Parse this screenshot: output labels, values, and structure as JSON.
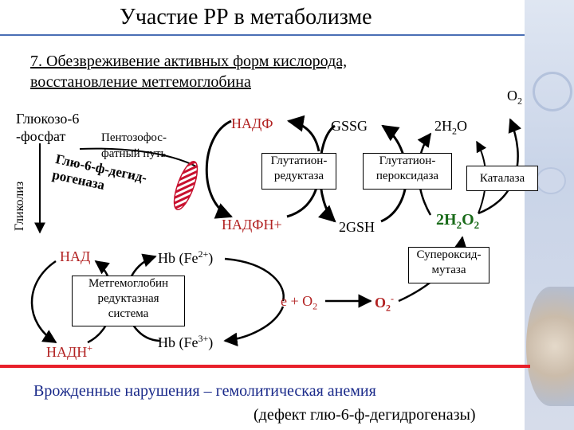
{
  "title": "Участие РР в метаболизме",
  "subtitle_line1": "7. Обезвреживение активных форм кислорода,",
  "subtitle_line2": "восстановление метгемоглобина",
  "glycolysis": "Гликолиз",
  "g6p_line1": "Глюкозо-6",
  "g6p_line2": "-фосфат",
  "ppp_line1": "Пентозофос-",
  "ppp_line2": "фатный путь",
  "g6pd_line1": "Глю-6-ф-дегид-",
  "g6pd_line2": "рогеназа",
  "nadp": "НАДФ",
  "nadph": "НАДФН+",
  "gssg": "GSSG",
  "gsh": "2GSH",
  "h2o": "2H",
  "h2o_sub": "2",
  "h2o_o": "O",
  "o2": "O",
  "o2_sub": "2",
  "h2o2": "2H",
  "h2o2_sub": "2",
  "h2o2_o": "O",
  "h2o2_sub2": "2",
  "gr_line1": "Глутатион-",
  "gr_line2": "редуктаза",
  "gp_line1": "Глутатион-",
  "gp_line2": "пероксидаза",
  "catalase": "Каталаза",
  "sod_line1": "Супероксид-",
  "sod_line2": "мутаза",
  "nad": "НАД",
  "nadh": "НАДН",
  "nadh_sup": "+",
  "hb2_main": "Hb (Fe",
  "hb2_sup": "2+",
  "hb2_end": ")",
  "hb3_main": "Hb (Fe",
  "hb3_sup": "3+",
  "hb3_end": ")",
  "mr_line1": "Метгемоглобин",
  "mr_line2": "редуктазная",
  "mr_line3": "система",
  "e_o2": "е + O",
  "e_o2_sub": "2",
  "superoxide": "O",
  "superoxide_sub": "2",
  "superoxide_sup": "-",
  "footer_line1": "Врожденные нарушения – гемолитическая анемия",
  "footer_line2": "(дефект глю-6-ф-дегидрогеназы)",
  "colors": {
    "accent_line": "#e8202a",
    "title_rule": "#4a6fb5",
    "nad_text": "#b22222",
    "h2o2_text": "#1a6b1a"
  }
}
